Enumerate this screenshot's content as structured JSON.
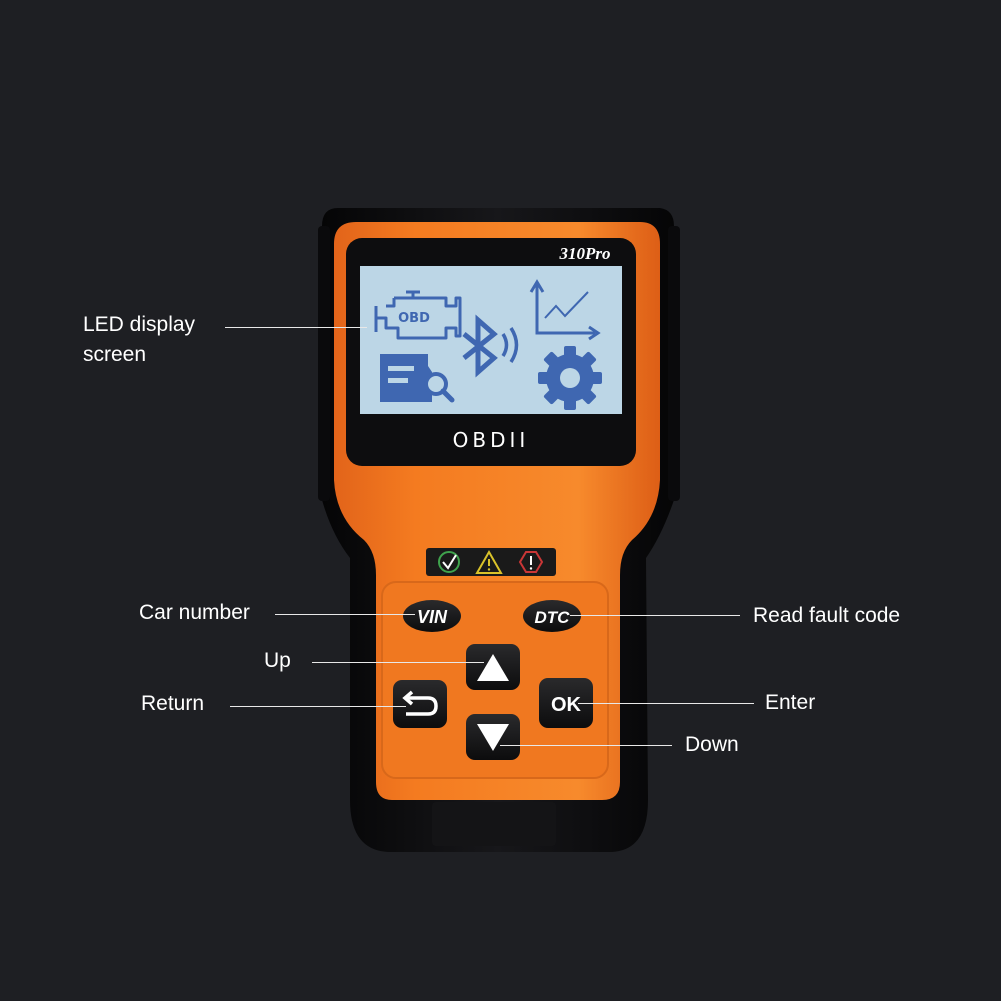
{
  "device": {
    "model_label": "310Pro",
    "brand_label": "OBDII",
    "body_color": "#f47b20",
    "shell_color": "#0e0e10",
    "screen_color": "#bcd6e6",
    "icon_color": "#3f67b1",
    "screen_icons": [
      "engine-obd-icon",
      "bluetooth-icon",
      "line-chart-icon",
      "document-search-icon",
      "gear-icon"
    ],
    "engine_icon_text": "OBD",
    "status_indicators": [
      "check-icon",
      "warning-icon",
      "error-icon"
    ],
    "buttons": {
      "vin_label": "VIN",
      "dtc_label": "DTC",
      "ok_label": "OK"
    }
  },
  "callouts": {
    "led_display_line1": "LED display",
    "led_display_line2": "screen",
    "car_number": "Car number",
    "read_fault_code": "Read fault code",
    "up": "Up",
    "return": "Return",
    "enter": "Enter",
    "down": "Down"
  }
}
